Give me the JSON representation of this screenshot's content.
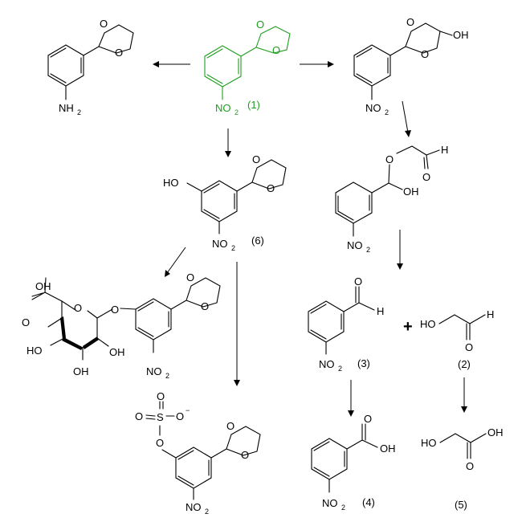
{
  "colors": {
    "parent": "#1e9e1e",
    "default": "#000000"
  },
  "atoms": {
    "O": "O",
    "OH": "OH",
    "HO": "HO",
    "H": "H",
    "S": "S",
    "NO": "NO",
    "NH": "NH",
    "two": "2",
    "minus": "−"
  },
  "compounds": {
    "c1": "(1)",
    "c2": "(2)",
    "c3": "(3)",
    "c4": "(4)",
    "c5": "(5)",
    "c6": "(6)"
  },
  "plus_sign": "+"
}
